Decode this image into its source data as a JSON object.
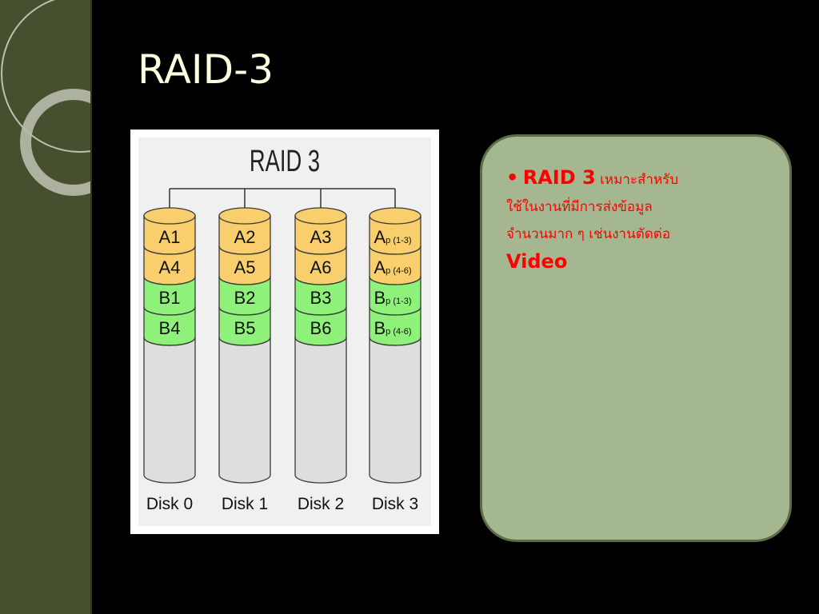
{
  "slide": {
    "title": "RAID-3"
  },
  "diagram": {
    "title": "RAID 3",
    "disks": [
      {
        "label": "Disk 0",
        "blocks": [
          {
            "text": "A1",
            "sub": "",
            "group": "A"
          },
          {
            "text": "A4",
            "sub": "",
            "group": "A"
          },
          {
            "text": "B1",
            "sub": "",
            "group": "B"
          },
          {
            "text": "B4",
            "sub": "",
            "group": "B"
          }
        ]
      },
      {
        "label": "Disk 1",
        "blocks": [
          {
            "text": "A2",
            "sub": "",
            "group": "A"
          },
          {
            "text": "A5",
            "sub": "",
            "group": "A"
          },
          {
            "text": "B2",
            "sub": "",
            "group": "B"
          },
          {
            "text": "B5",
            "sub": "",
            "group": "B"
          }
        ]
      },
      {
        "label": "Disk 2",
        "blocks": [
          {
            "text": "A3",
            "sub": "",
            "group": "A"
          },
          {
            "text": "A6",
            "sub": "",
            "group": "A"
          },
          {
            "text": "B3",
            "sub": "",
            "group": "B"
          },
          {
            "text": "B6",
            "sub": "",
            "group": "B"
          }
        ]
      },
      {
        "label": "Disk 3",
        "blocks": [
          {
            "text": "A",
            "sub": "p (1-3)",
            "group": "A"
          },
          {
            "text": "A",
            "sub": "p (4-6)",
            "group": "A"
          },
          {
            "text": "B",
            "sub": "p (1-3)",
            "group": "B"
          },
          {
            "text": "B",
            "sub": "p (4-6)",
            "group": "B"
          }
        ]
      }
    ],
    "colors": {
      "group_a": "#f8cf6c",
      "group_b": "#8ef27a",
      "empty": "#dedede",
      "outline": "#3a3a3a",
      "panel": "#f0f0f0"
    }
  },
  "callout": {
    "bullet": "•",
    "bold_text": "RAID 3",
    "line1_rest": "เหมาะสำหรับ",
    "line2": "ใช้ในงานที่มีการส่งข้อมูล",
    "line3": "จำนวนมาก ๆ เช่นงานตัดต่อ",
    "line4": "Video",
    "text_color": "#ff0000"
  },
  "theme": {
    "background": "#000000",
    "left_panel": "#46502f",
    "title_color": "#ffffe0",
    "callout_fill": "#a5b790",
    "callout_border": "#5d6b47"
  }
}
